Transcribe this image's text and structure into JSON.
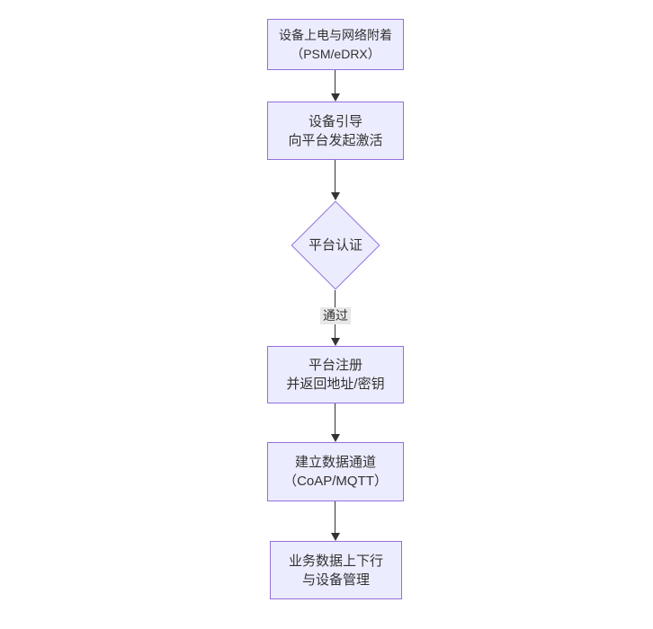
{
  "diagram": {
    "type": "flowchart",
    "direction": "top-down",
    "colors": {
      "background": "#ffffff",
      "node_fill": "#ececff",
      "node_border": "#9370db",
      "text": "#333333",
      "arrow": "#333333",
      "edge_label_bg": "#e8e8e8"
    },
    "nodes": [
      {
        "id": "power-attach",
        "shape": "rect",
        "line1": "设备上电与网络附着",
        "line2": "（PSM/eDRX）"
      },
      {
        "id": "boot-activate",
        "shape": "rect",
        "line1": "设备引导",
        "line2": "向平台发起激活"
      },
      {
        "id": "platform-auth",
        "shape": "diamond",
        "line1": "平台认证",
        "line2": ""
      },
      {
        "id": "register",
        "shape": "rect",
        "line1": "平台注册",
        "line2": "并返回地址/密钥"
      },
      {
        "id": "data-channel",
        "shape": "rect",
        "line1": "建立数据通道",
        "line2": "（CoAP/MQTT）"
      },
      {
        "id": "business",
        "shape": "rect",
        "line1": "业务数据上下行",
        "line2": "与设备管理"
      }
    ],
    "edges": [
      {
        "from": "power-attach",
        "to": "boot-activate",
        "label": ""
      },
      {
        "from": "boot-activate",
        "to": "platform-auth",
        "label": ""
      },
      {
        "from": "platform-auth",
        "to": "register",
        "label": "通过"
      },
      {
        "from": "register",
        "to": "data-channel",
        "label": ""
      },
      {
        "from": "data-channel",
        "to": "business",
        "label": ""
      }
    ],
    "edge_label": "通过"
  }
}
